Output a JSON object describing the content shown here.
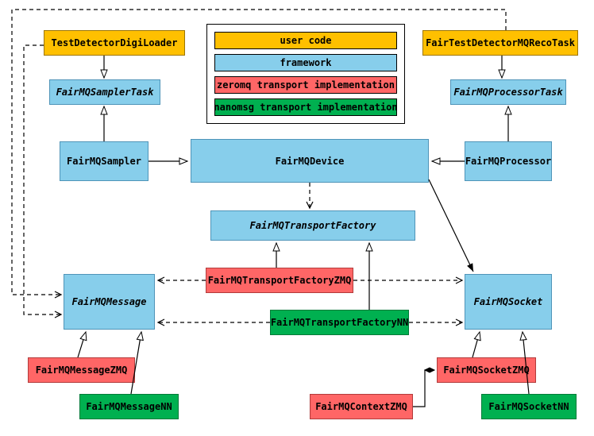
{
  "colors": {
    "user_code": "#ffc000",
    "framework": "#87ceeb",
    "zeromq": "#ff6666",
    "nanomsg": "#00b050"
  },
  "legend": {
    "items": [
      {
        "label": "user code"
      },
      {
        "label": "framework"
      },
      {
        "label": "zeromq transport implementation"
      },
      {
        "label": "nanomsg transport implementation"
      }
    ]
  },
  "nodes": {
    "testDetectorDigiLoader": {
      "label": "TestDetectorDigiLoader"
    },
    "fairTestDetectorMQRecoTask": {
      "label": "FairTestDetectorMQRecoTask"
    },
    "fairMQSamplerTask": {
      "label": "FairMQSamplerTask"
    },
    "fairMQProcessorTask": {
      "label": "FairMQProcessorTask"
    },
    "fairMQSampler": {
      "label": "FairMQSampler"
    },
    "fairMQDevice": {
      "label": "FairMQDevice"
    },
    "fairMQProcessor": {
      "label": "FairMQProcessor"
    },
    "fairMQTransportFactory": {
      "label": "FairMQTransportFactory"
    },
    "fairMQTransportFactoryZMQ": {
      "label": "FairMQTransportFactoryZMQ"
    },
    "fairMQTransportFactoryNN": {
      "label": "FairMQTransportFactoryNN"
    },
    "fairMQMessage": {
      "label": "FairMQMessage"
    },
    "fairMQSocket": {
      "label": "FairMQSocket"
    },
    "fairMQMessageZMQ": {
      "label": "FairMQMessageZMQ"
    },
    "fairMQMessageNN": {
      "label": "FairMQMessageNN"
    },
    "fairMQContextZMQ": {
      "label": "FairMQContextZMQ"
    },
    "fairMQSocketZMQ": {
      "label": "FairMQSocketZMQ"
    },
    "fairMQSocketNN": {
      "label": "FairMQSocketNN"
    }
  }
}
